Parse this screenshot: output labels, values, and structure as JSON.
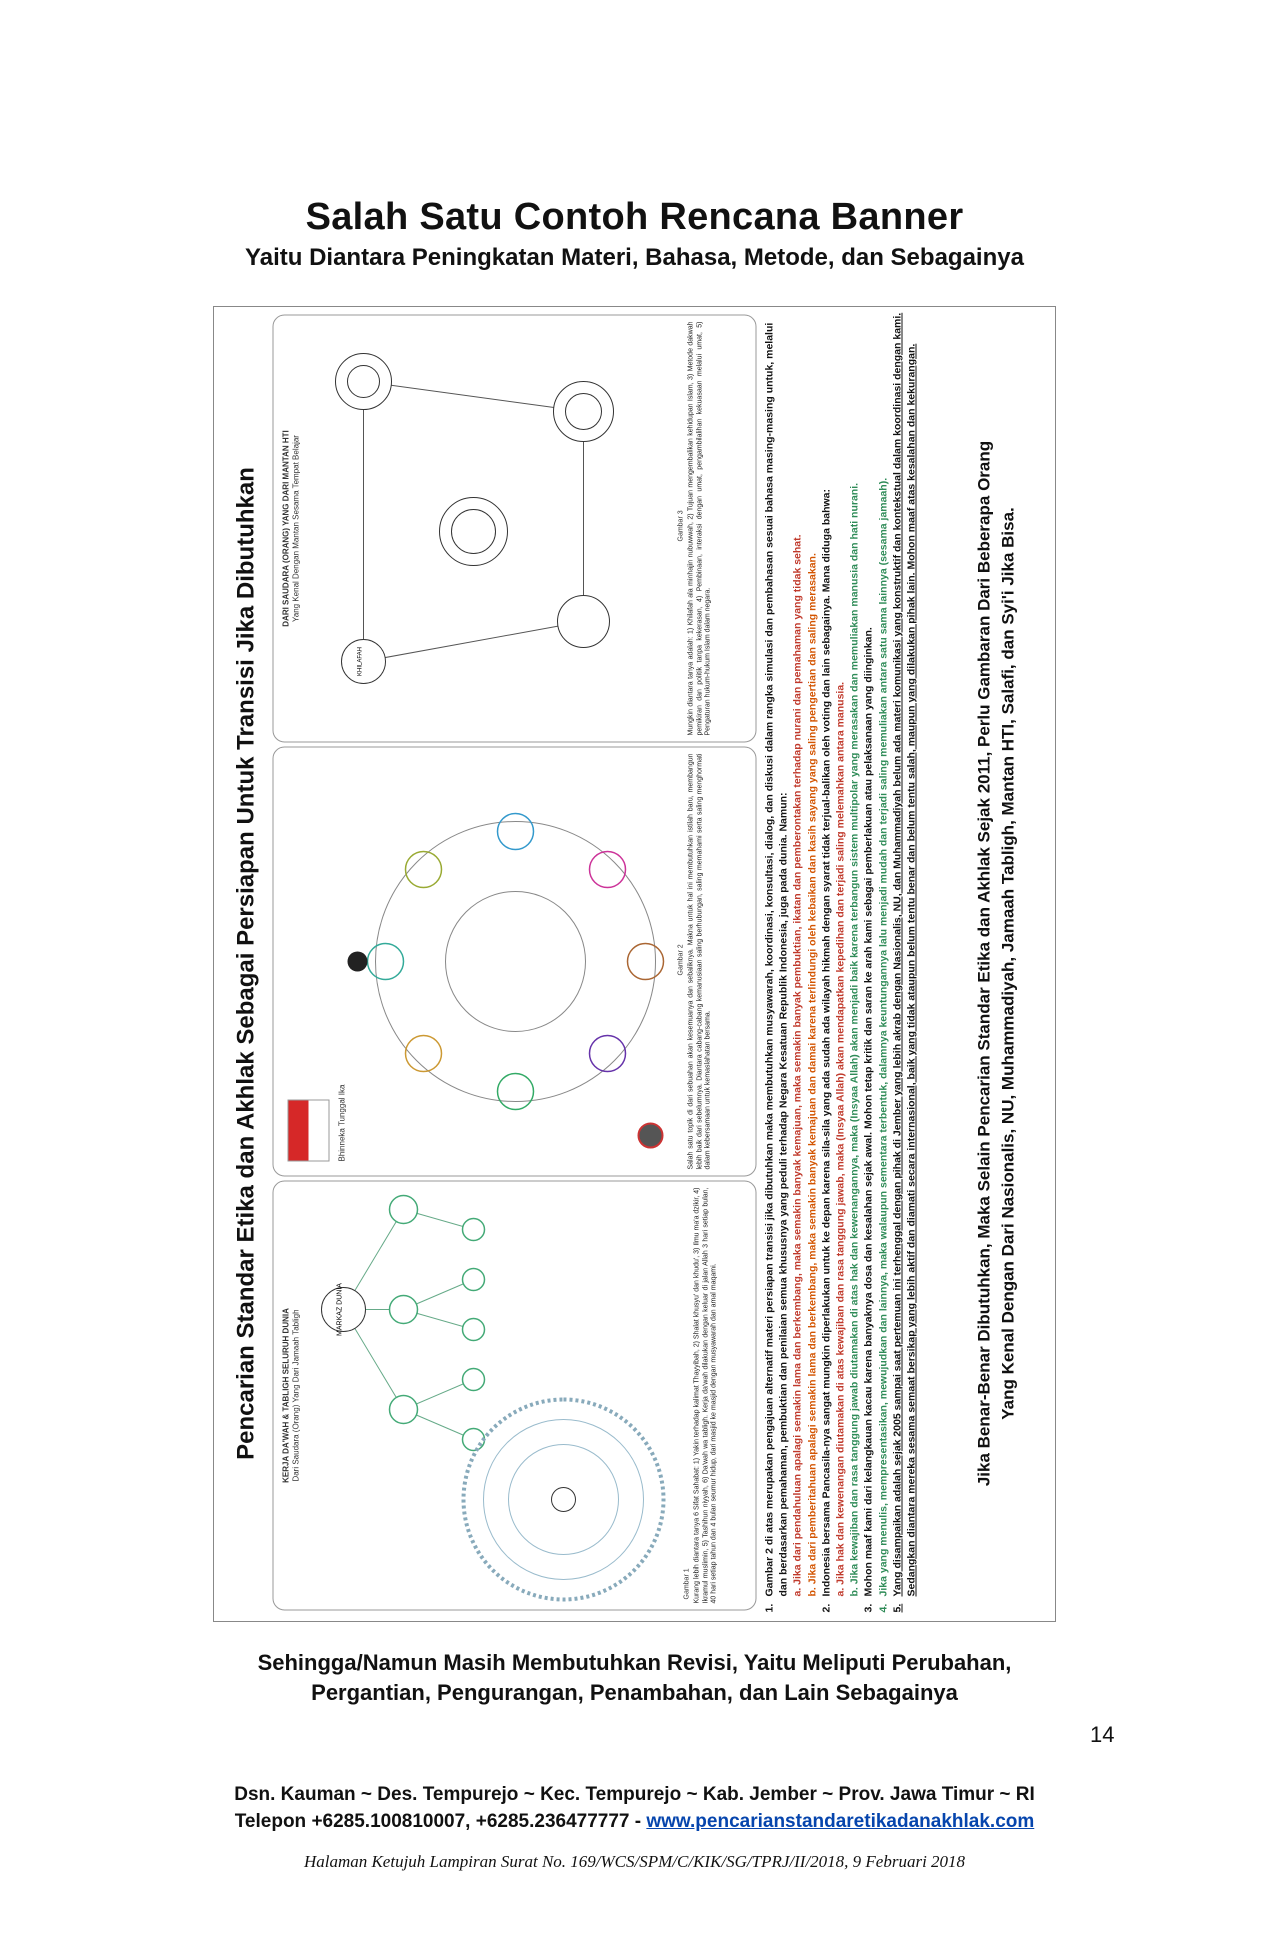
{
  "page": {
    "title": "Salah Satu Contoh Rencana Banner",
    "subtitle": "Yaitu Diantara Peningkatan Materi, Bahasa, Metode, dan Sebagainya",
    "caption_line1": "Sehingga/Namun Masih Membutuhkan Revisi, Yaitu Meliputi Perubahan,",
    "caption_line2": "Pergantian, Pengurangan, Penambahan, dan Lain Sebagainya",
    "page_number": "14",
    "address": "Dsn. Kauman ~ Des. Tempurejo ~ Kec. Tempurejo ~ Kab. Jember ~ Prov. Jawa Timur ~ RI",
    "phone_prefix": "Telepon +6285.100810007, +6285.236477777 - ",
    "website": "www.pencarianstandaretikadanakhlak.com",
    "footnote": "Halaman Ketujuh Lampiran Surat No. 169/WCS/SPM/C/KIK/SG/TPRJ/II/2018, 9 Februari 2018"
  },
  "banner": {
    "title": "Pencarian Standar Etika dan Akhlak Sebagai Persiapan Untuk Transisi Jika Dibutuhkan",
    "panels": [
      {
        "heading": "KERJA DA'WAH & TABLIGH SELURUH DUNIA",
        "subheading": "Dari Saudara (Orang) Yang Dari Jamaah Tabligh",
        "figure": "Gambar 1",
        "node_main": "MARKAZ DUNIA",
        "text": "Kurang lebih diantara tanya 6 Sifat Sahabat: 1) Yakin terhadap kalimat Thayyibah, 2) Shalat khusyu' dan khudu', 3) Ilmu ma'a dzikir, 4) Ikramul muslimin, 5) Tashihun niyyah, 6) Da'wah wa tabligh. Kerja da'wah dilakukan dengan keluar di jalan Allah 3 hari setiap bulan, 40 hari setiap tahun dan 4 bulan seumur hidup, dari masjid ke masjid dengan musyawarah dan amal maqami."
      },
      {
        "heading": "Bhinneka Tunggal Ika",
        "figure": "Gambar 2",
        "text": "Salah satu topik di dari sebuahan akan kesemuanya dan sebaliknya. Makna untuk hal ini membutuhkan istilah baru, membangun lebih baik dari sebelumnya. Diantara cabang-cabang kemanusiaan saling berhubungan, saling memahami serta saling menghormati dalam kebersamaan untuk kemaslahatan bersama."
      },
      {
        "heading": "DARI SAUDARA (ORANG) YANG DARI MANTAN HTI",
        "subheading": "Yang Kenal Dengan Mantan Sesama Tempat Belajar",
        "figure": "Gambar 3",
        "node_left": "KHILAFAH",
        "text": "Mungkin diantara tanya adalah: 1) Khilafah ala minhajin nubuwwah, 2) Tujuan mengembalikan kehidupan Islam, 3) Metode dakwah pemikiran dan politik tanpa kekerasan, 4) Pembinaan, interaksi dengan umat, pengambilalihan kekuasaan melalui umat, 5) Pengaturan hukum-hukum Islam dalam negara."
      }
    ],
    "notes": [
      {
        "num": "1.",
        "text": "Gambar 2 di atas merupakan pengajuan alternatif materi persiapan transisi jika dibutuhkan maka membutuhkan musyawarah, koordinasi, konsultasi, dialog, dan diskusi dalam rangka simulasi dan pembahasan sesuai bahasa masing-masing untuk, melalui dan berdasarkan pemahaman, pembuktian dan penilaian semua khususnya yang peduli terhadap Negara Kesatuan Republik Indonesia, juga pada dunia. Namun:"
      },
      {
        "num": "",
        "text": "a. Jika dari pendahuluan apalagi semakin lama dan berkembang, maka semakin banyak kemajuan, maka semakin banyak pembuktian, ikatan dan pemberontakan terhadap nurani dan pemahaman yang tidak sehat."
      },
      {
        "num": "",
        "text": "b. Jika dari pemberitahuan apalagi semakin lama dan berkembang, maka semakin banyak kemajuan dan damai karena terlindungi oleh kebaikan dan kasih sayang yang saling pengertian dan saling merasakan."
      },
      {
        "num": "2.",
        "text": "Indonesia bersama Pancasila-nya sangat mungkin diperlakukan untuk ke depan karena sila-sila yang ada sudah ada wilayah hikmah dengan syarat tidak terjual-balikan oleh voting dan lain sebagainya. Mana diduga bahwa:"
      },
      {
        "num": "",
        "text": "a. Jika hak dan kewenangan diutamakan di atas kewajiban dan rasa tanggung jawab, maka (Insyaa Allah) akan mendapatkan kepedihan dan terjadi saling melemahkan antara manusia."
      },
      {
        "num": "",
        "text": "b. Jika kewajiban dan rasa tanggung jawab diutamakan di atas hak dan kewenangannya, maka (Insyaa Allah) akan menjadi baik karena terbangun sistem multipolar yang merasakan dan memuliakan manusia dan hati nurani."
      },
      {
        "num": "3.",
        "text": "Mohon maaf kami dari kelangkauan kacau karena banyaknya dosa dan kesalahan sejak awal. Mohon tetap kritik dan saran ke arah kami sebagai pemberlakuan atau pelaksanaan yang diinginkan."
      },
      {
        "num": "4.",
        "text": "Jika yang menulis, mempresentasikan, mewujudkan dan lainnya, maka walaupun sementara terbentuk, dalamnya keuntungannya lalu menjadi mudah dan terjadi saling memuliakan antara satu sama lainnya (sesama jamaah)."
      },
      {
        "num": "5.",
        "text": "Yang disampaikan adalah sejak 2005 sampai saat pertemuan ini terhenggal dengan pihak di Jember yang lebih akrab dengan Nasionalis, NU, dan Muhammadiyah belum ada materi komunikasi yang konstruktif dan kontekstual dalam koordinasi dengan kami. Sedangkan diantara mereka sesama semaat bersikap yang lebih aktif dan diamati secara internasional, baik yang tidak ataupun belum tentu benar dan belum tentu salah, maupun yang dilakukan pihak lain. Mohon maaf atas kesalahan dan kekurangan."
      }
    ],
    "closing_line1": "Jika Benar-Benar Dibutuhkan, Maka Selain Pencarian Standar Etika dan Akhlak Sejak 2011, Perlu Gambaran Dari Beberapa Orang",
    "closing_line2": "Yang Kenal Dengan Dari Nasionalis, NU, Muhammadiyah, Jamaah Tabligh, Mantan HTI, Salafi, dan Syi'i Jika Bisa."
  },
  "colors": {
    "link": "#0645ad",
    "note_red": "#c0392b",
    "note_green": "#2e8b57",
    "note_orange": "#d35400"
  }
}
